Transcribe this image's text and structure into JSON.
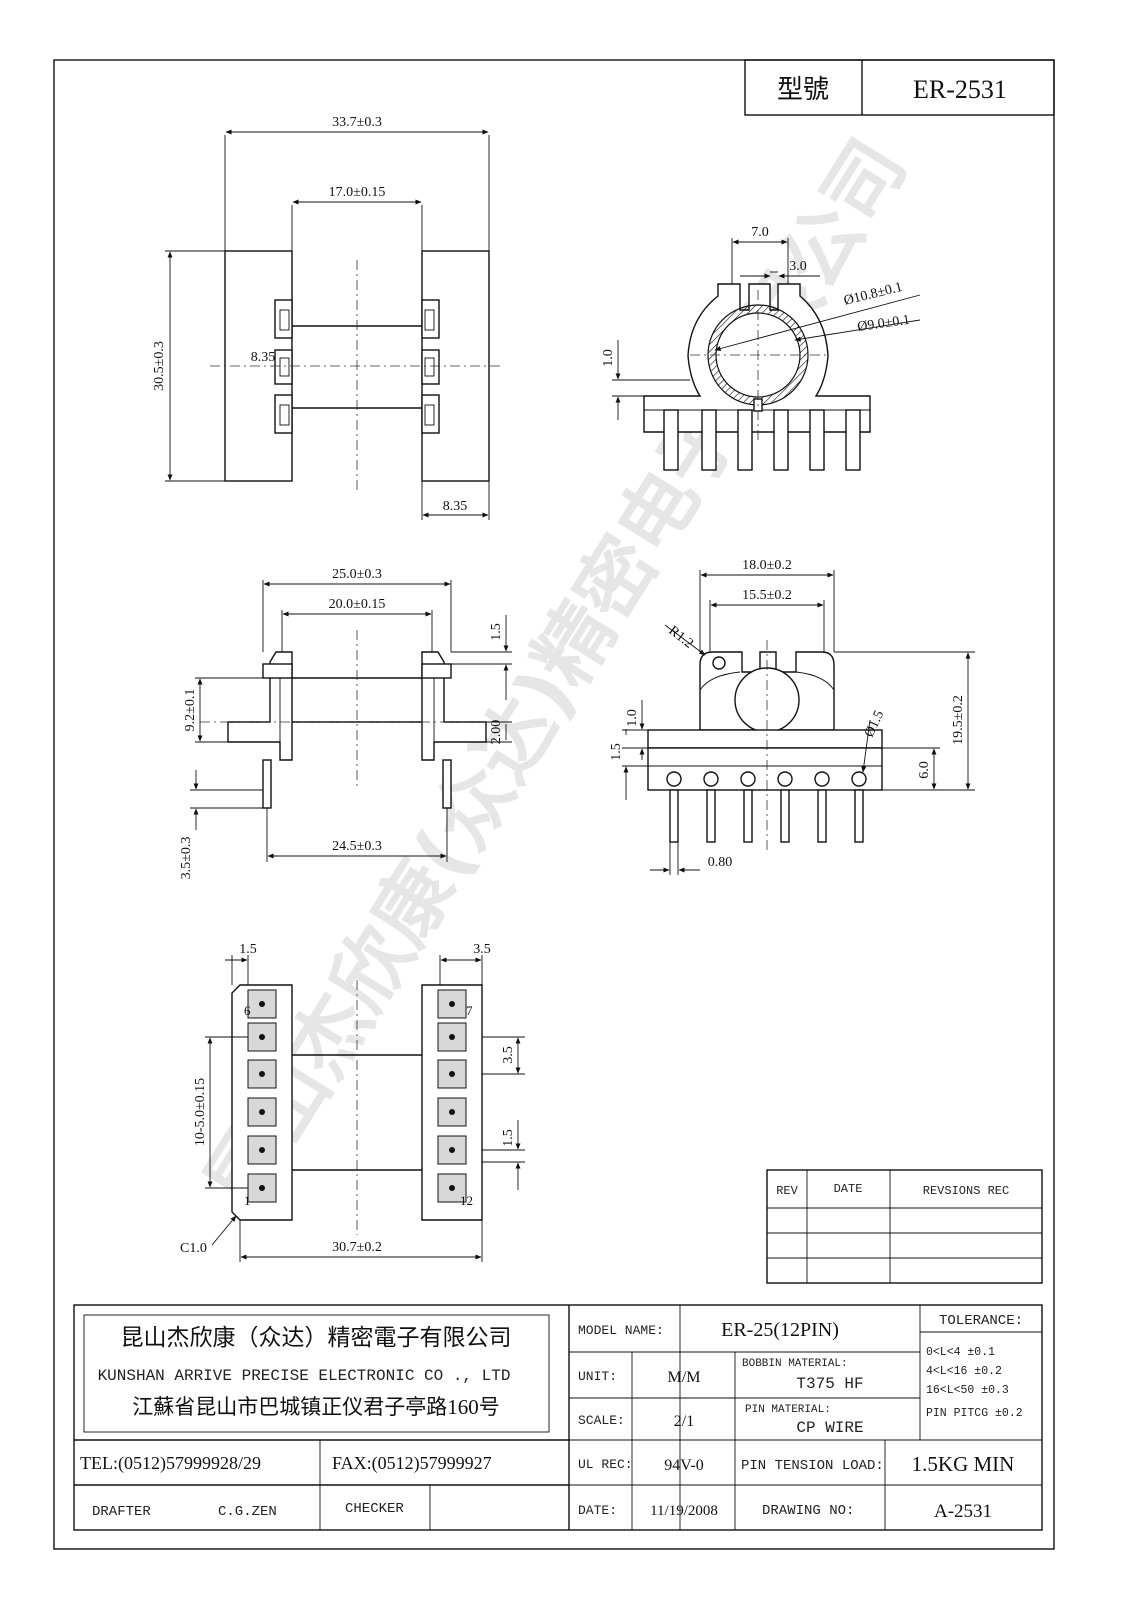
{
  "header": {
    "model_label": "型號",
    "model_value": "ER-2531"
  },
  "watermark": {
    "text": "昆山杰欣康(众达)精密电子有限公司"
  },
  "dimensions": {
    "top_width": "33.7±0.3",
    "top_window": "17.0±0.15",
    "top_height": "30.5±0.3",
    "top_left_flange": "8.35",
    "top_right_flange": "8.35",
    "end_slot": "7.0",
    "end_slot_small": "3.0",
    "end_outer_dia": "Ø10.8±0.1",
    "end_inner_dia": "Ø9.0±0.1",
    "end_step": "1.0",
    "front_width": "25.0±0.3",
    "front_window": "20.0±0.15",
    "front_top": "1.5",
    "front_height": "9.2±0.1",
    "front_mid": "2.00",
    "front_pin_len": "3.5±0.3",
    "front_pin_span": "24.5±0.3",
    "side_width": "18.0±0.2",
    "side_inner": "15.5±0.2",
    "side_radius": "R1.2",
    "side_step1": "1.0",
    "side_step2": "1.5",
    "side_pin_dia": "Ø1.5",
    "side_height": "19.5±0.2",
    "side_base": "6.0",
    "side_pin_thk": "0.80",
    "bottom_left": "1.5",
    "bottom_right": "3.5",
    "bottom_pitch": "3.5",
    "bottom_gap": "1.5",
    "bottom_span": "10-5.0±0.15",
    "bottom_chamfer": "C1.0",
    "bottom_width": "30.7±0.2"
  },
  "pins": {
    "p6": "6",
    "p7": "7",
    "p1": "1",
    "p12": "12"
  },
  "rev_table": {
    "rev": "REV",
    "date": "DATE",
    "revisions": "REVSIONS  REC"
  },
  "company": {
    "name_cn": "昆山杰欣康（众达）精密電子有限公司",
    "name_en": "KUNSHAN ARRIVE PRECISE ELECTRONIC CO ., LTD",
    "address": "江蘇省昆山市巴城镇正仪君子亭路160号",
    "tel": "TEL:(0512)57999928/29",
    "fax": "FAX:(0512)57999927",
    "drafter_label": "DRAFTER",
    "drafter": "C.G.ZEN",
    "checker_label": "CHECKER"
  },
  "title_block": {
    "model_name_label": "MODEL NAME:",
    "model_name": "ER-25(12PIN)",
    "unit_label": "UNIT:",
    "unit": "M/M",
    "bobbin_label": "BOBBIN MATERIAL:",
    "bobbin": "T375 HF",
    "scale_label": "SCALE:",
    "scale": "2/1",
    "pin_mat_label": "PIN MATERIAL:",
    "pin_mat": "CP WIRE",
    "ul_label": "UL REC:",
    "ul": "94V-0",
    "tension_label": "PIN TENSION LOAD:",
    "tension": "1.5KG MIN",
    "date_label": "DATE:",
    "date": "11/19/2008",
    "drawing_label": "DRAWING NO:",
    "drawing": "A-2531"
  },
  "tolerance": {
    "title": "TOLERANCE:",
    "rows": [
      "0<L<4    ±0.1",
      "4<L<16   ±0.2",
      "16<L<50  ±0.3",
      "PIN PITCG  ±0.2"
    ]
  }
}
